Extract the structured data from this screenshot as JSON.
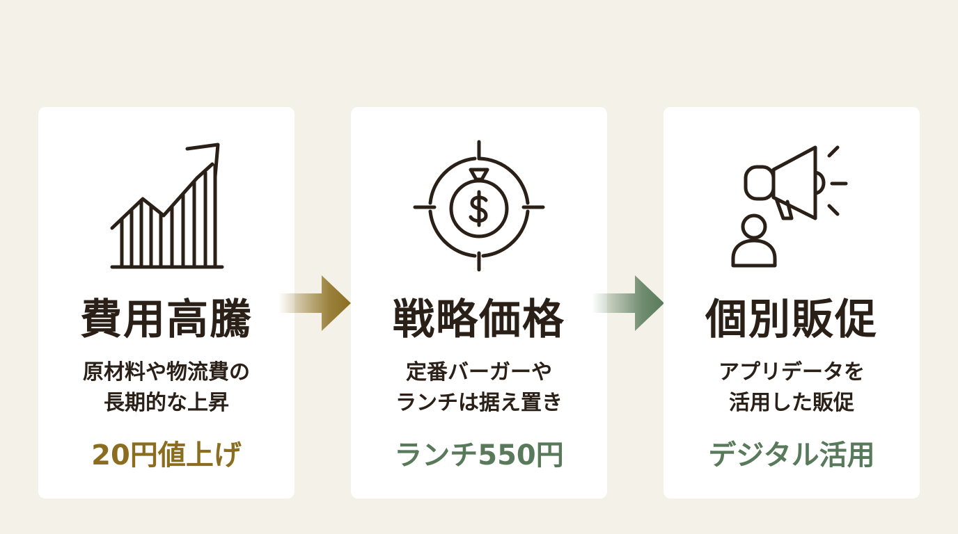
{
  "colors": {
    "background": "#f4f1e8",
    "card": "#ffffff",
    "text": "#2a2018",
    "gold": "#8a6d1e",
    "green": "#587a5a"
  },
  "cards": [
    {
      "icon": "rising-bar-chart-arrow-icon",
      "title": "費用高騰",
      "desc": [
        "原材料や物流費の",
        "長期的な上昇"
      ],
      "highlight": "20円値上げ",
      "highlight_color": "#8a6d1e"
    },
    {
      "icon": "money-bag-target-icon",
      "title": "戦略価格",
      "desc": [
        "定番バーガーや",
        "ランチは据え置き"
      ],
      "highlight": "ランチ550円",
      "highlight_color": "#587a5a"
    },
    {
      "icon": "megaphone-person-icon",
      "title": "個別販促",
      "desc": [
        "アプリデータを",
        "活用した販促"
      ],
      "highlight": "デジタル活用",
      "highlight_color": "#587a5a"
    }
  ],
  "arrows": [
    {
      "icon": "arrow-right-icon",
      "color": "#8a6d1e"
    },
    {
      "icon": "arrow-right-icon",
      "color": "#587a5a"
    }
  ]
}
